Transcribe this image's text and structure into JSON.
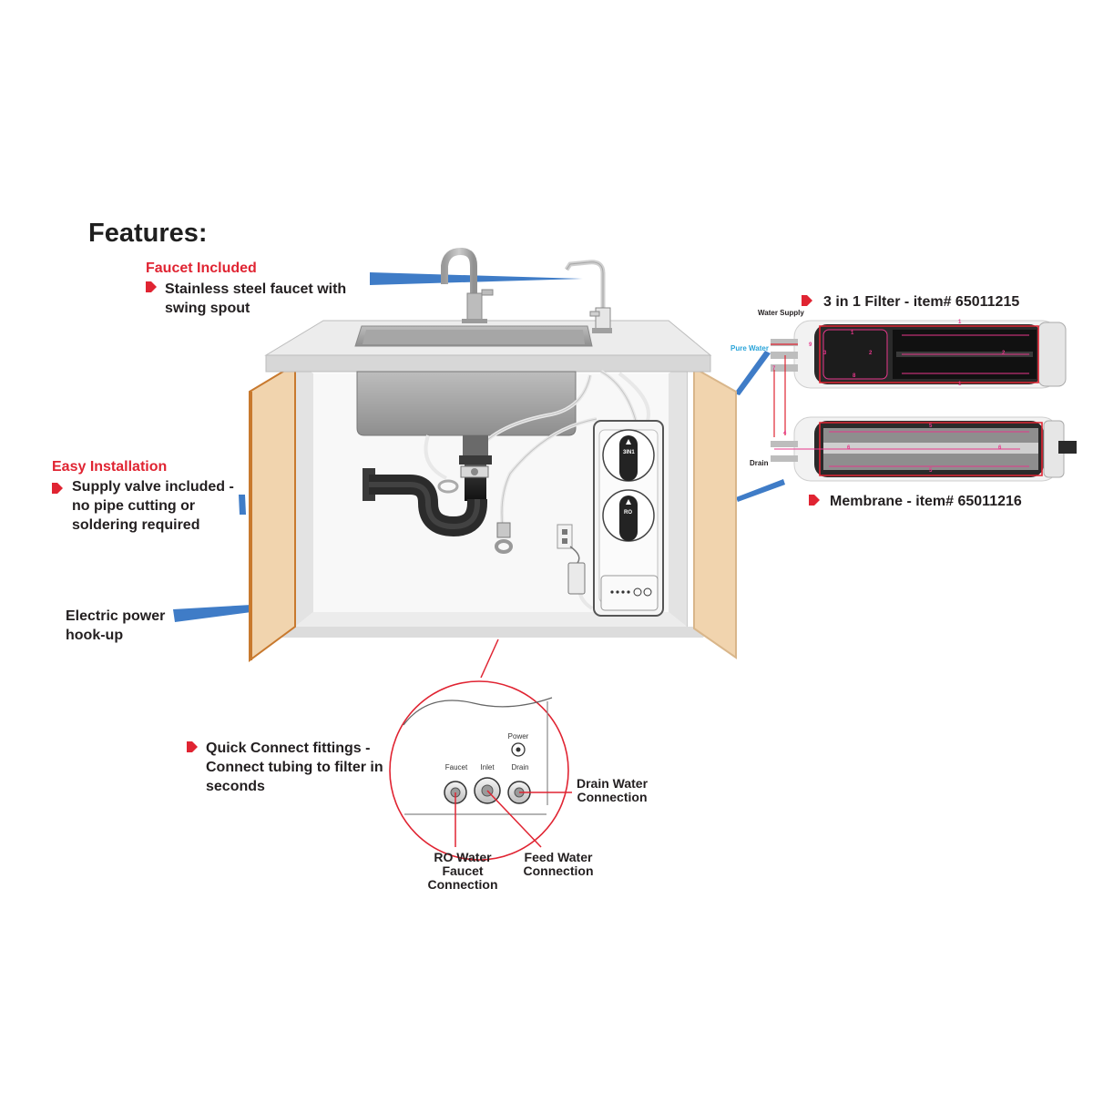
{
  "features_title": "Features:",
  "faucet": {
    "heading": "Faucet Included",
    "body": "Stainless steel faucet with swing spout"
  },
  "install": {
    "heading": "Easy Installation",
    "body": "Supply valve included - no pipe cutting or soldering required"
  },
  "power": {
    "body": "Electric power hook-up"
  },
  "quick": {
    "body": "Quick Connect fittings - Connect tubing to filter in seconds"
  },
  "filter_item": "3 in 1 Filter - item# 65011215",
  "membrane_item": "Membrane - item# 65011216",
  "diagram_labels": {
    "water_supply": "Water Supply",
    "pure_water": "Pure Water",
    "drain": "Drain"
  },
  "filter_steps": [
    "1",
    "1",
    "1",
    "2",
    "2",
    "3",
    "7",
    "8",
    "9"
  ],
  "membrane_steps": [
    "4",
    "5",
    "5",
    "6",
    "6"
  ],
  "unit_labels": {
    "top": "3IN1",
    "bottom": "RO"
  },
  "panel": {
    "power": "Power",
    "faucet": "Faucet",
    "inlet": "Inlet",
    "drain": "Drain"
  },
  "callouts": {
    "drain_conn": "Drain Water Connection",
    "ro_conn": "RO Water Faucet Connection",
    "feed_conn": "Feed Water Connection"
  },
  "colors": {
    "accent_red": "#e02432",
    "pointer_blue": "#3f7cc7",
    "cabinet": "#f1d4ae",
    "cabinet_edge": "#c8792e"
  },
  "icons": [
    "red-arrow-bullet-icon"
  ]
}
